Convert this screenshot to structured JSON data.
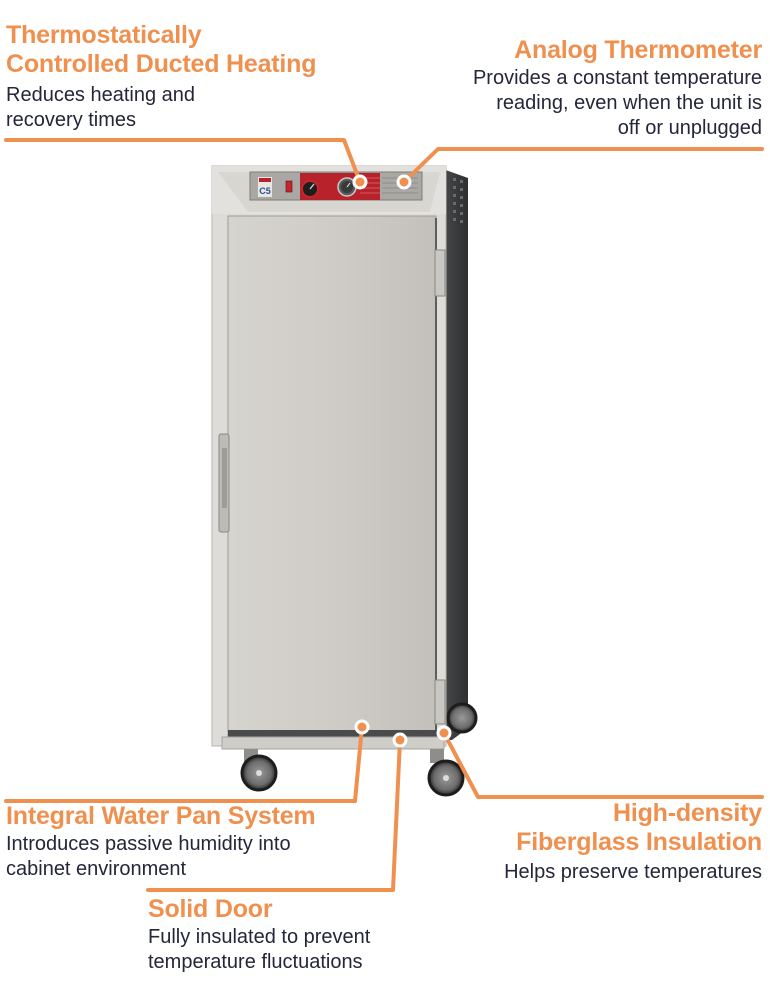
{
  "colors": {
    "accent": "#f0904f",
    "text": "#24263a",
    "background": "#ffffff",
    "cabinet_body": "#c9c7c3",
    "cabinet_dark": "#3f4043",
    "control_red": "#b8232b"
  },
  "product": {
    "name": "heated holding cabinet",
    "panel_logo": "C5"
  },
  "callouts": [
    {
      "id": "ducted-heating",
      "title_lines": [
        "Thermostatically",
        "Controlled Ducted Heating"
      ],
      "desc_lines": [
        "Reduces heating and",
        "recovery times"
      ]
    },
    {
      "id": "analog-thermometer",
      "title_lines": [
        "Analog Thermometer"
      ],
      "desc_lines": [
        "Provides a constant temperature",
        "reading, even when the unit is",
        "off or unplugged"
      ]
    },
    {
      "id": "water-pan",
      "title_lines": [
        "Integral Water Pan System"
      ],
      "desc_lines": [
        "Introduces passive humidity into",
        "cabinet environment"
      ]
    },
    {
      "id": "solid-door",
      "title_lines": [
        "Solid Door"
      ],
      "desc_lines": [
        "Fully insulated to prevent",
        "temperature fluctuations"
      ]
    },
    {
      "id": "insulation",
      "title_lines": [
        "High-density",
        "Fiberglass Insulation"
      ],
      "desc_lines": [
        "Helps preserve temperatures"
      ]
    }
  ]
}
